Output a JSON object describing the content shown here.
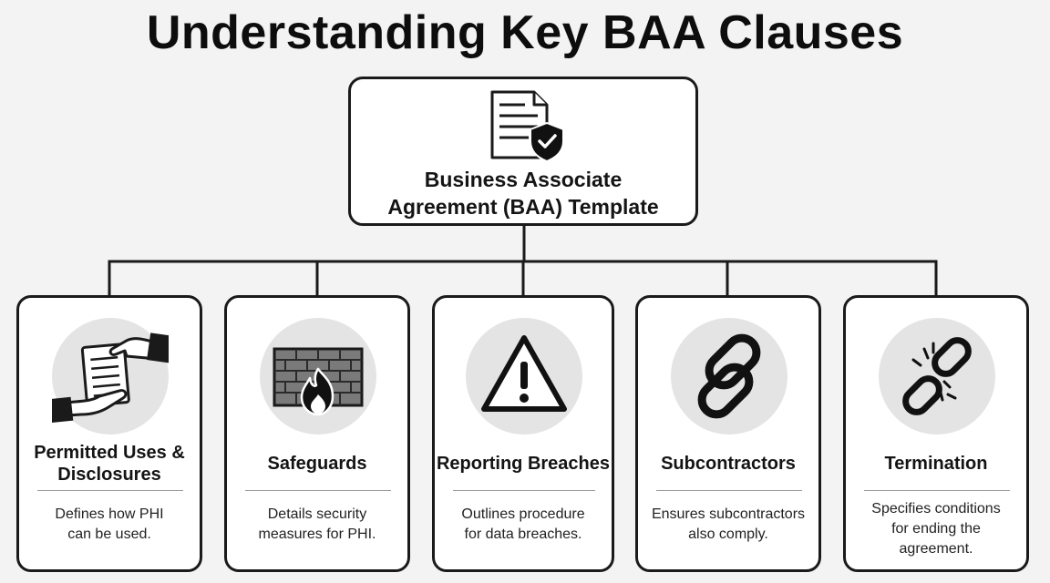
{
  "title": "Understanding Key BAA Clauses",
  "root": {
    "title_line1": "Business Associate",
    "title_line2": "Agreement (BAA) Template",
    "icon": "document-shield-check-icon"
  },
  "clauses": [
    {
      "title_line1": "Permitted Uses &",
      "title_line2": "Disclosures",
      "desc_line1": "Defines how PHI",
      "desc_line2": "can be used.",
      "icon": "hands-passing-document-icon"
    },
    {
      "title_line1": "Safeguards",
      "desc_line1": "Details security",
      "desc_line2": "measures for PHI.",
      "icon": "firewall-icon"
    },
    {
      "title_line1": "Reporting Breaches",
      "desc_line1": "Outlines procedure",
      "desc_line2": "for data breaches.",
      "icon": "warning-triangle-icon"
    },
    {
      "title_line1": "Subcontractors",
      "desc_line1": "Ensures subcontractors",
      "desc_line2": "also comply.",
      "icon": "chain-link-icon"
    },
    {
      "title_line1": "Termination",
      "desc_line1": "Specifies conditions",
      "desc_line2": "for ending the",
      "desc_line3": "agreement.",
      "icon": "broken-chain-icon"
    }
  ],
  "colors": {
    "background": "#f3f3f3",
    "card": "#ffffff",
    "stroke": "#1a1a1a",
    "icon_circle": "#e4e4e4"
  }
}
